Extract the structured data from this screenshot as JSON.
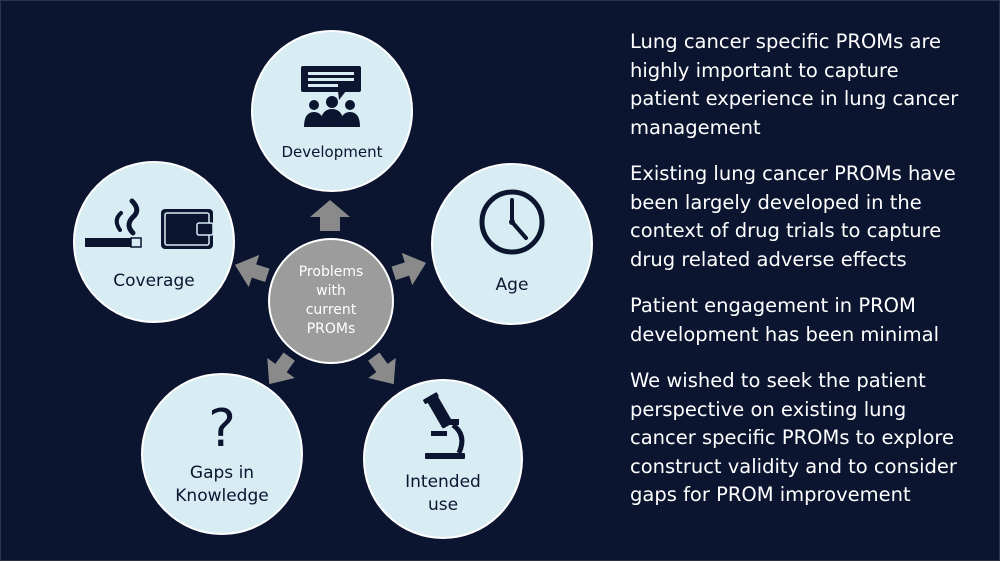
{
  "diagram": {
    "center": {
      "lines": [
        "Problems",
        "with",
        "current",
        "PROMs"
      ]
    },
    "nodes": [
      {
        "id": "development",
        "lines": [
          "Development"
        ],
        "icon": "speech-bubble-group-icon"
      },
      {
        "id": "age",
        "lines": [
          "Age"
        ],
        "icon": "clock-icon"
      },
      {
        "id": "intended-use",
        "lines": [
          "Intended",
          "use"
        ],
        "icon": "microscope-icon"
      },
      {
        "id": "gaps",
        "lines": [
          "Gaps in",
          "Knowledge"
        ],
        "icon": "question-mark-icon"
      },
      {
        "id": "coverage",
        "lines": [
          "Coverage"
        ],
        "icon": "cigarette-and-wallet-icon"
      }
    ],
    "colors": {
      "background": "#0b1530",
      "node_fill": "#d8ecf4",
      "center_fill": "#9c9c9c",
      "arrow": "#8a8a8a"
    }
  },
  "text": {
    "paragraphs": [
      "Lung cancer specific PROMs are\nhighly important  to capture\npatient experience in lung cancer\nmanagement",
      "Existing lung cancer PROMs have\nbeen largely developed in the\ncontext of drug trials to capture\ndrug related adverse effects",
      "Patient engagement in PROM\ndevelopment has been minimal",
      "We wished to seek the patient\nperspective on existing lung\ncancer specific PROMs to explore\nconstruct validity and to consider\ngaps for PROM  improvement"
    ]
  }
}
